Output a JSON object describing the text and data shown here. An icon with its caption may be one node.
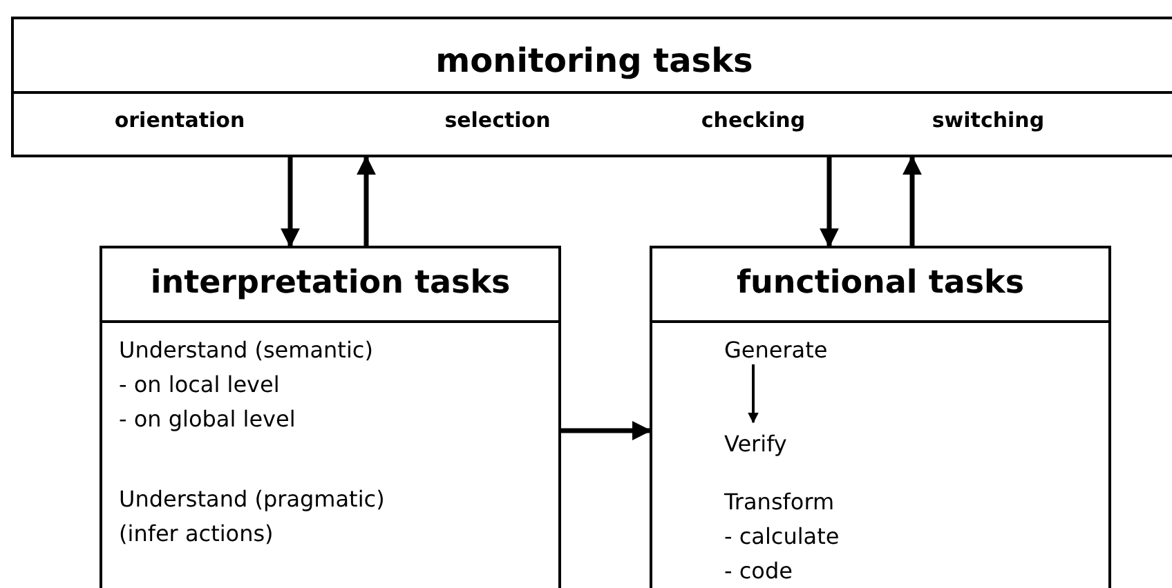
{
  "diagram": {
    "nodes": [
      {
        "text": [
          "monitoring tasks",
          "orientation",
          "selection",
          "checking",
          "switching"
        ]
      },
      {
        "text": [
          "interpretation tasks",
          "Understand (semantic) - on local level - on global level",
          "Understand (pragmatic) (infer actions)"
        ]
      },
      {
        "text": [
          "functional tasks",
          "Transform - calculate - code"
        ]
      },
      {
        "text": [
          "Generate"
        ],
        "in": 2
      },
      {
        "text": [
          "Verify"
        ],
        "in": 2
      }
    ],
    "edges": [
      {
        "from": 0,
        "to": 1,
        "arrow": "to"
      },
      {
        "from": 1,
        "to": 0,
        "arrow": "to"
      },
      {
        "from": 0,
        "to": 2,
        "arrow": "to"
      },
      {
        "from": 2,
        "to": 0,
        "arrow": "to"
      },
      {
        "from": 1,
        "to": 2,
        "arrow": "to"
      },
      {
        "from": 3,
        "to": 4,
        "arrow": "to"
      }
    ]
  }
}
